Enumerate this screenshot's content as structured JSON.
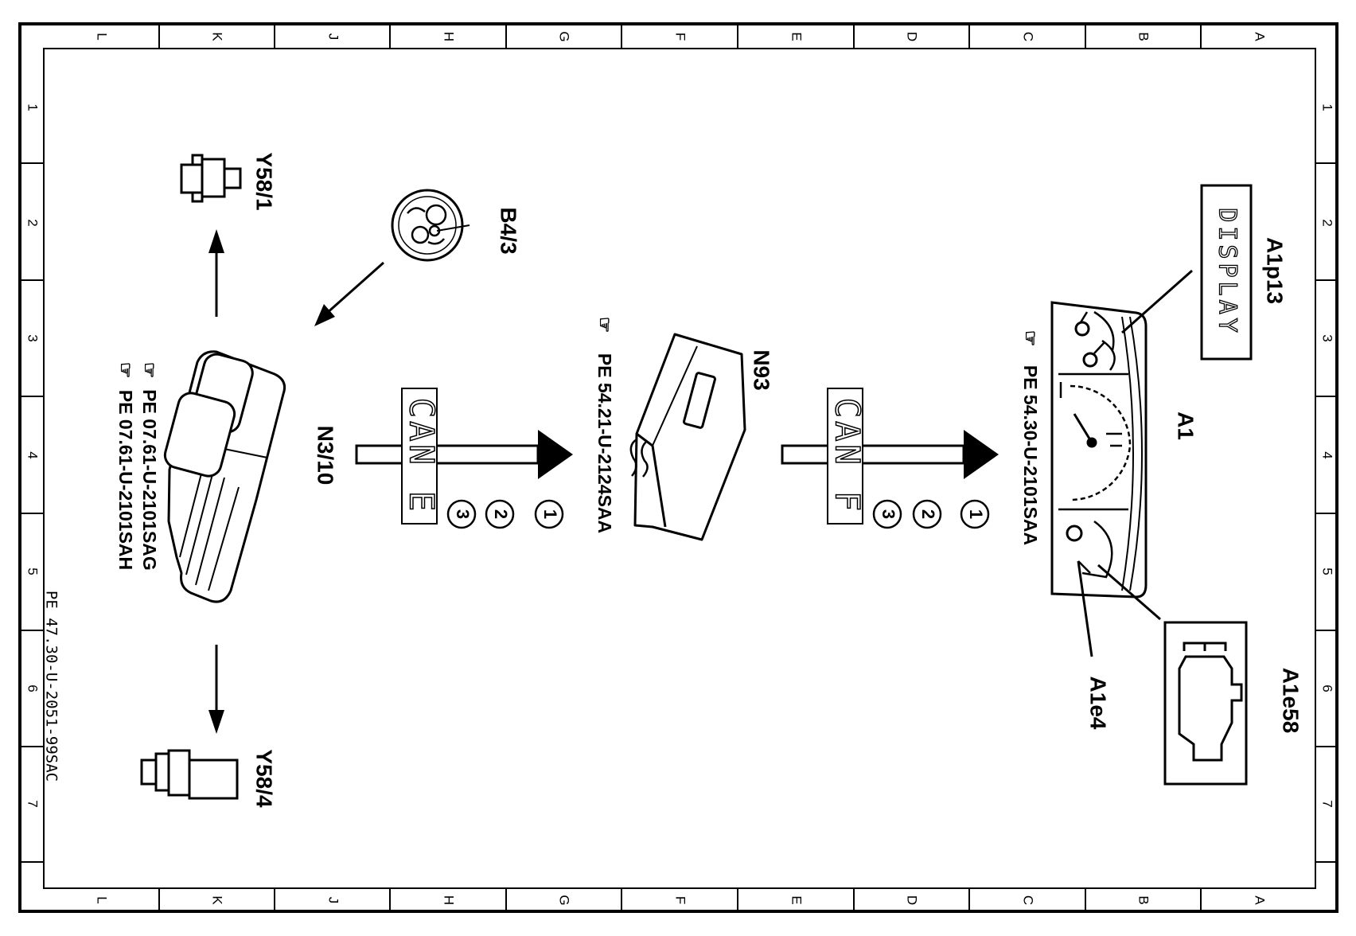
{
  "diagram": {
    "document_id": "PE 47.30-U-2051-99SAC",
    "grid": {
      "letters": [
        "L",
        "K",
        "J",
        "H",
        "G",
        "F",
        "E",
        "D",
        "C",
        "B",
        "A"
      ],
      "numbers": [
        "1",
        "2",
        "3",
        "4",
        "5",
        "6",
        "7"
      ]
    },
    "components": {
      "y58_1": "Y58/1",
      "y58_4": "Y58/4",
      "b4_3": "B4/3",
      "n3_10": "N3/10",
      "n93": "N93",
      "a1": "A1",
      "a1p13": "A1p13",
      "a1e4": "A1e4",
      "a1e58": "A1e58"
    },
    "references": {
      "n3_10_ref1": "PE  07.61-U-2101SAG",
      "n3_10_ref2": "PE  07.61-U-2101SAH",
      "n93_ref": "PE  54.21-U-2124SAA",
      "a1_ref": "PE  54.30-U-2101SAA"
    },
    "buses": {
      "can_e": "CAN E",
      "can_f": "CAN F",
      "wire_numbers": [
        "1",
        "2",
        "3"
      ]
    },
    "display_text": "DISPLAY"
  }
}
